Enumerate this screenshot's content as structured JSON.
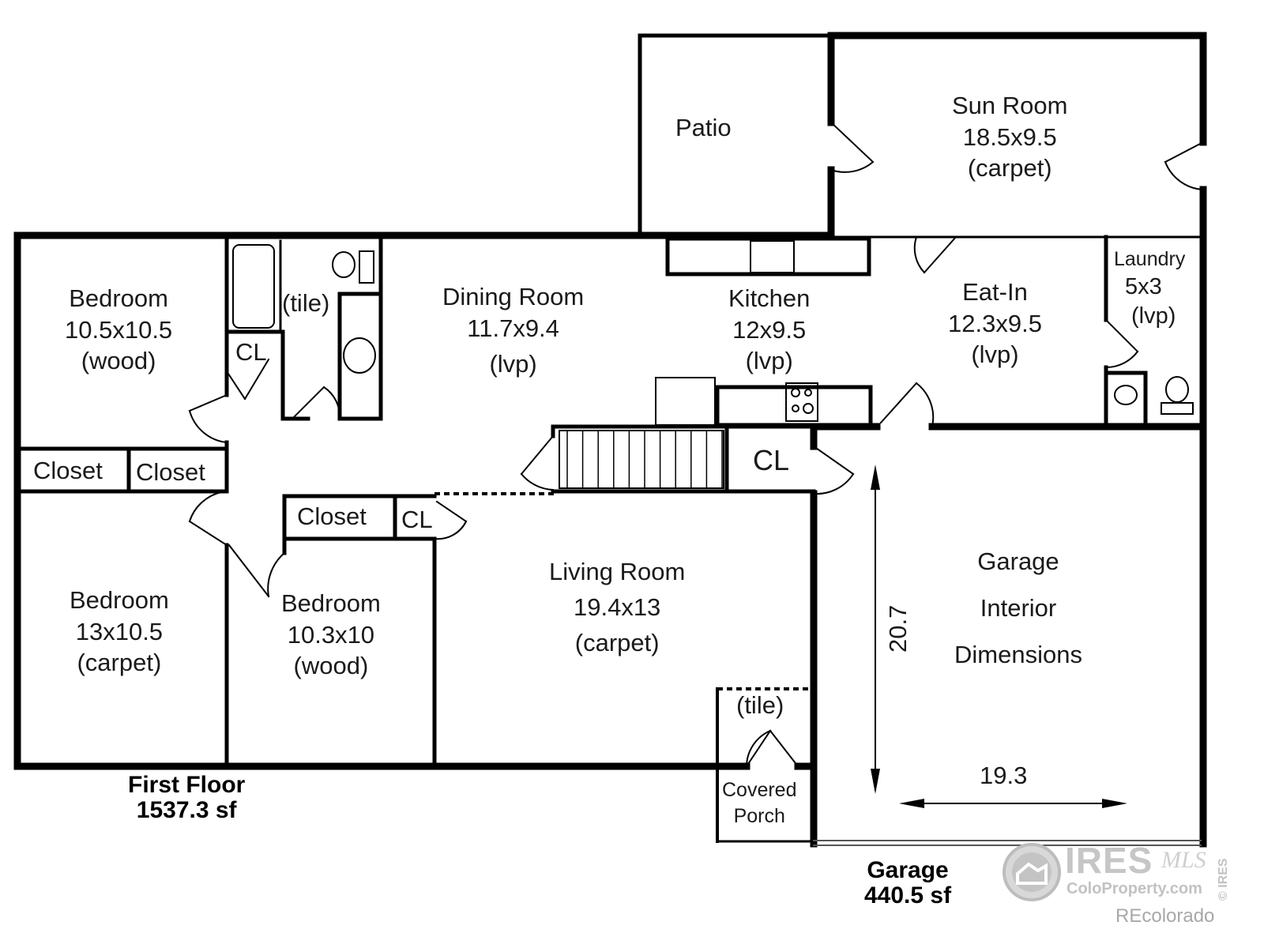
{
  "floor_plan": {
    "summary": {
      "first_floor": {
        "label": "First Floor",
        "area": "1537.3 sf"
      },
      "garage": {
        "label": "Garage",
        "area": "440.5 sf"
      }
    },
    "rooms": {
      "patio": {
        "name": "Patio"
      },
      "sun_room": {
        "name": "Sun Room",
        "dims": "18.5x9.5",
        "floor": "(carpet)"
      },
      "bedroom_nw": {
        "name": "Bedroom",
        "dims": "10.5x10.5",
        "floor": "(wood)"
      },
      "bath": {
        "floor": "(tile)",
        "closet": "CL"
      },
      "dining": {
        "name": "Dining Room",
        "dims": "11.7x9.4",
        "floor": "(lvp)"
      },
      "kitchen": {
        "name": "Kitchen",
        "dims": "12x9.5",
        "floor": "(lvp)"
      },
      "eat_in": {
        "name": "Eat-In",
        "dims": "12.3x9.5",
        "floor": "(lvp)"
      },
      "laundry": {
        "name": "Laundry",
        "dims": "5x3",
        "floor": "(lvp)"
      },
      "closet_1": {
        "name": "Closet"
      },
      "closet_2": {
        "name": "Closet"
      },
      "closet_3": {
        "name": "Closet"
      },
      "cl_small": {
        "name": "CL"
      },
      "cl_stairs": {
        "name": "CL"
      },
      "bedroom_sw": {
        "name": "Bedroom",
        "dims": "13x10.5",
        "floor": "(carpet)"
      },
      "bedroom_mid": {
        "name": "Bedroom",
        "dims": "10.3x10",
        "floor": "(wood)"
      },
      "living": {
        "name": "Living Room",
        "dims": "19.4x13",
        "floor": "(carpet)"
      },
      "entry": {
        "floor": "(tile)"
      },
      "porch": {
        "line1": "Covered",
        "line2": "Porch"
      },
      "garage": {
        "line1": "Garage",
        "line2": "Interior",
        "line3": "Dimensions",
        "depth": "20.7",
        "width": "19.3"
      }
    }
  },
  "watermark": {
    "brand": "IRES",
    "script": "MLS",
    "site": "ColoProperty.com",
    "copyright": "© IRES",
    "partner": "REcolorado"
  }
}
